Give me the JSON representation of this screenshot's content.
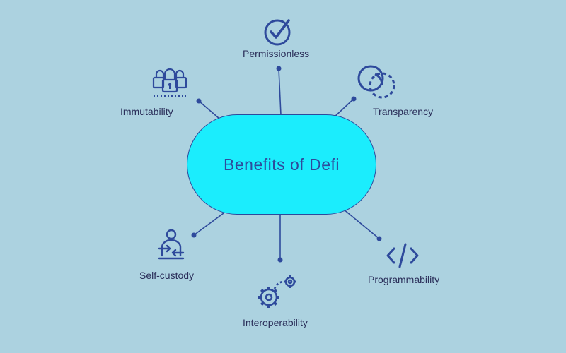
{
  "center": {
    "title": "Benefits of Defi"
  },
  "colors": {
    "background": "#acd2e0",
    "hub_fill": "#1bedfd",
    "accent": "#2e4a9c",
    "text": "#2b2f5a"
  },
  "benefits": [
    {
      "label": "Permissionless",
      "icon": "check-circle-icon"
    },
    {
      "label": "Transparency",
      "icon": "overlapping-circles-icon"
    },
    {
      "label": "Programmability",
      "icon": "code-brackets-icon"
    },
    {
      "label": "Interoperability",
      "icon": "gears-icon"
    },
    {
      "label": "Self-custody",
      "icon": "person-exchange-icon"
    },
    {
      "label": "Immutability",
      "icon": "padlocks-icon"
    }
  ]
}
